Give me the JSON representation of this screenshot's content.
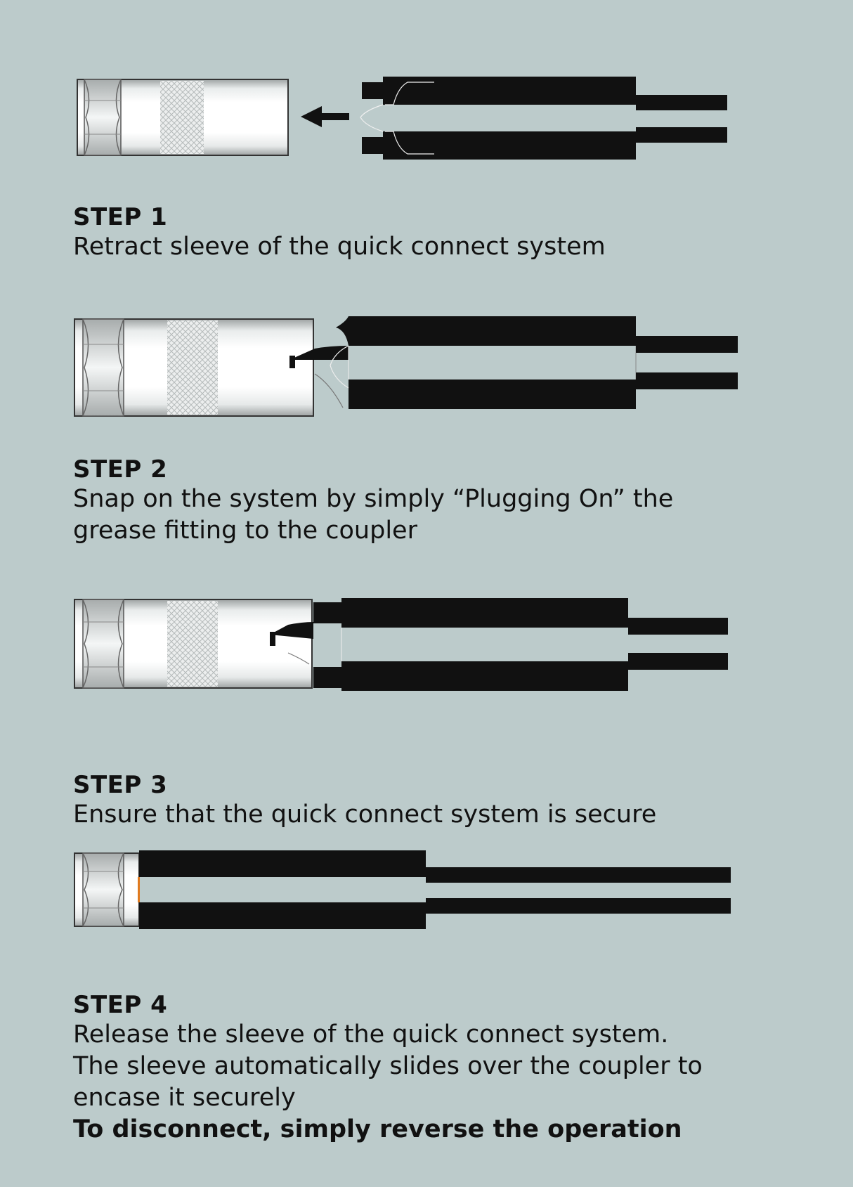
{
  "steps": [
    {
      "title": "STEP 1",
      "text": "Retract sleeve of the quick connect system"
    },
    {
      "title": "STEP 2",
      "text": "Snap on the system by simply “Plugging On” the\ngrease fitting to the coupler"
    },
    {
      "title": "STEP 3",
      "text": "Ensure that the quick connect system is secure"
    },
    {
      "title": "STEP 4",
      "text": "Release the sleeve of the quick connect system.\nThe sleeve automatically slides over the coupler to\nencase it securely",
      "note": "To disconnect, simply reverse the operation"
    }
  ],
  "colors": {
    "background": "#bccbcb",
    "sleeve": "#111111",
    "coupler_metal": "#d9dcdc",
    "knurl": "#c9cccc",
    "accent": "#e07a1f"
  },
  "icons": [
    "arrow-left-icon",
    "coupler",
    "quick-connect-sleeve",
    "hose"
  ]
}
